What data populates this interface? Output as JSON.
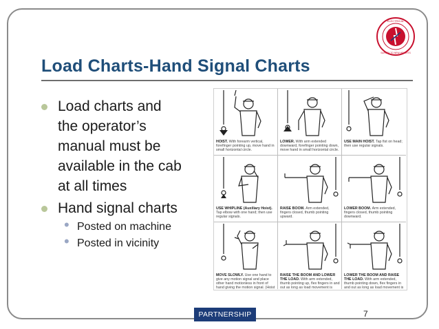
{
  "slide": {
    "title": "Load Charts-Hand Signal Charts",
    "page_number": "7",
    "footer_logo_text": "PARTNERSHIP",
    "seal_text": "ELECTRICAL TRANSMISSION & DISTRIBUTION · BRINGING SAFETY TO NEW HEIGHTS"
  },
  "bullets": [
    {
      "text": "Load charts and the operator’s manual must be available in the cab at all times"
    },
    {
      "text": "Hand signal charts",
      "subs": [
        "Posted on machine",
        "Posted in vicinity"
      ]
    }
  ],
  "signals": [
    {
      "title": "HOIST.",
      "desc": "With forearm vertical, forefinger pointing up, move hand in small horizontal circle."
    },
    {
      "title": "LOWER.",
      "desc": "With arm extended downward, forefinger pointing down, move hand in small horizontal circle."
    },
    {
      "title": "USE MAIN HOIST.",
      "desc": "Tap fist on head; then use regular signals."
    },
    {
      "title": "USE WHIPLINE (Auxiliary Hoist).",
      "desc": "Tap elbow with one hand; then use regular signals."
    },
    {
      "title": "RAISE BOOM.",
      "desc": "Arm extended, fingers closed, thumb pointing upward."
    },
    {
      "title": "LOWER BOOM.",
      "desc": "Arm extended, fingers closed, thumb pointing downward."
    },
    {
      "title": "MOVE SLOWLY.",
      "desc": "Use one hand to give any motion signal and place other hand motionless in front of hand giving the motion signal. (Hoist slowly shown as example)"
    },
    {
      "title": "RAISE THE BOOM AND LOWER THE LOAD.",
      "desc": "With arm extended, thumb pointing up, flex fingers in and out as long as load movement is desired."
    },
    {
      "title": "LOWER THE BOOM AND RAISE THE LOAD.",
      "desc": "With arm extended, thumb pointing down, flex fingers in and out as long as load movement is desired."
    }
  ]
}
